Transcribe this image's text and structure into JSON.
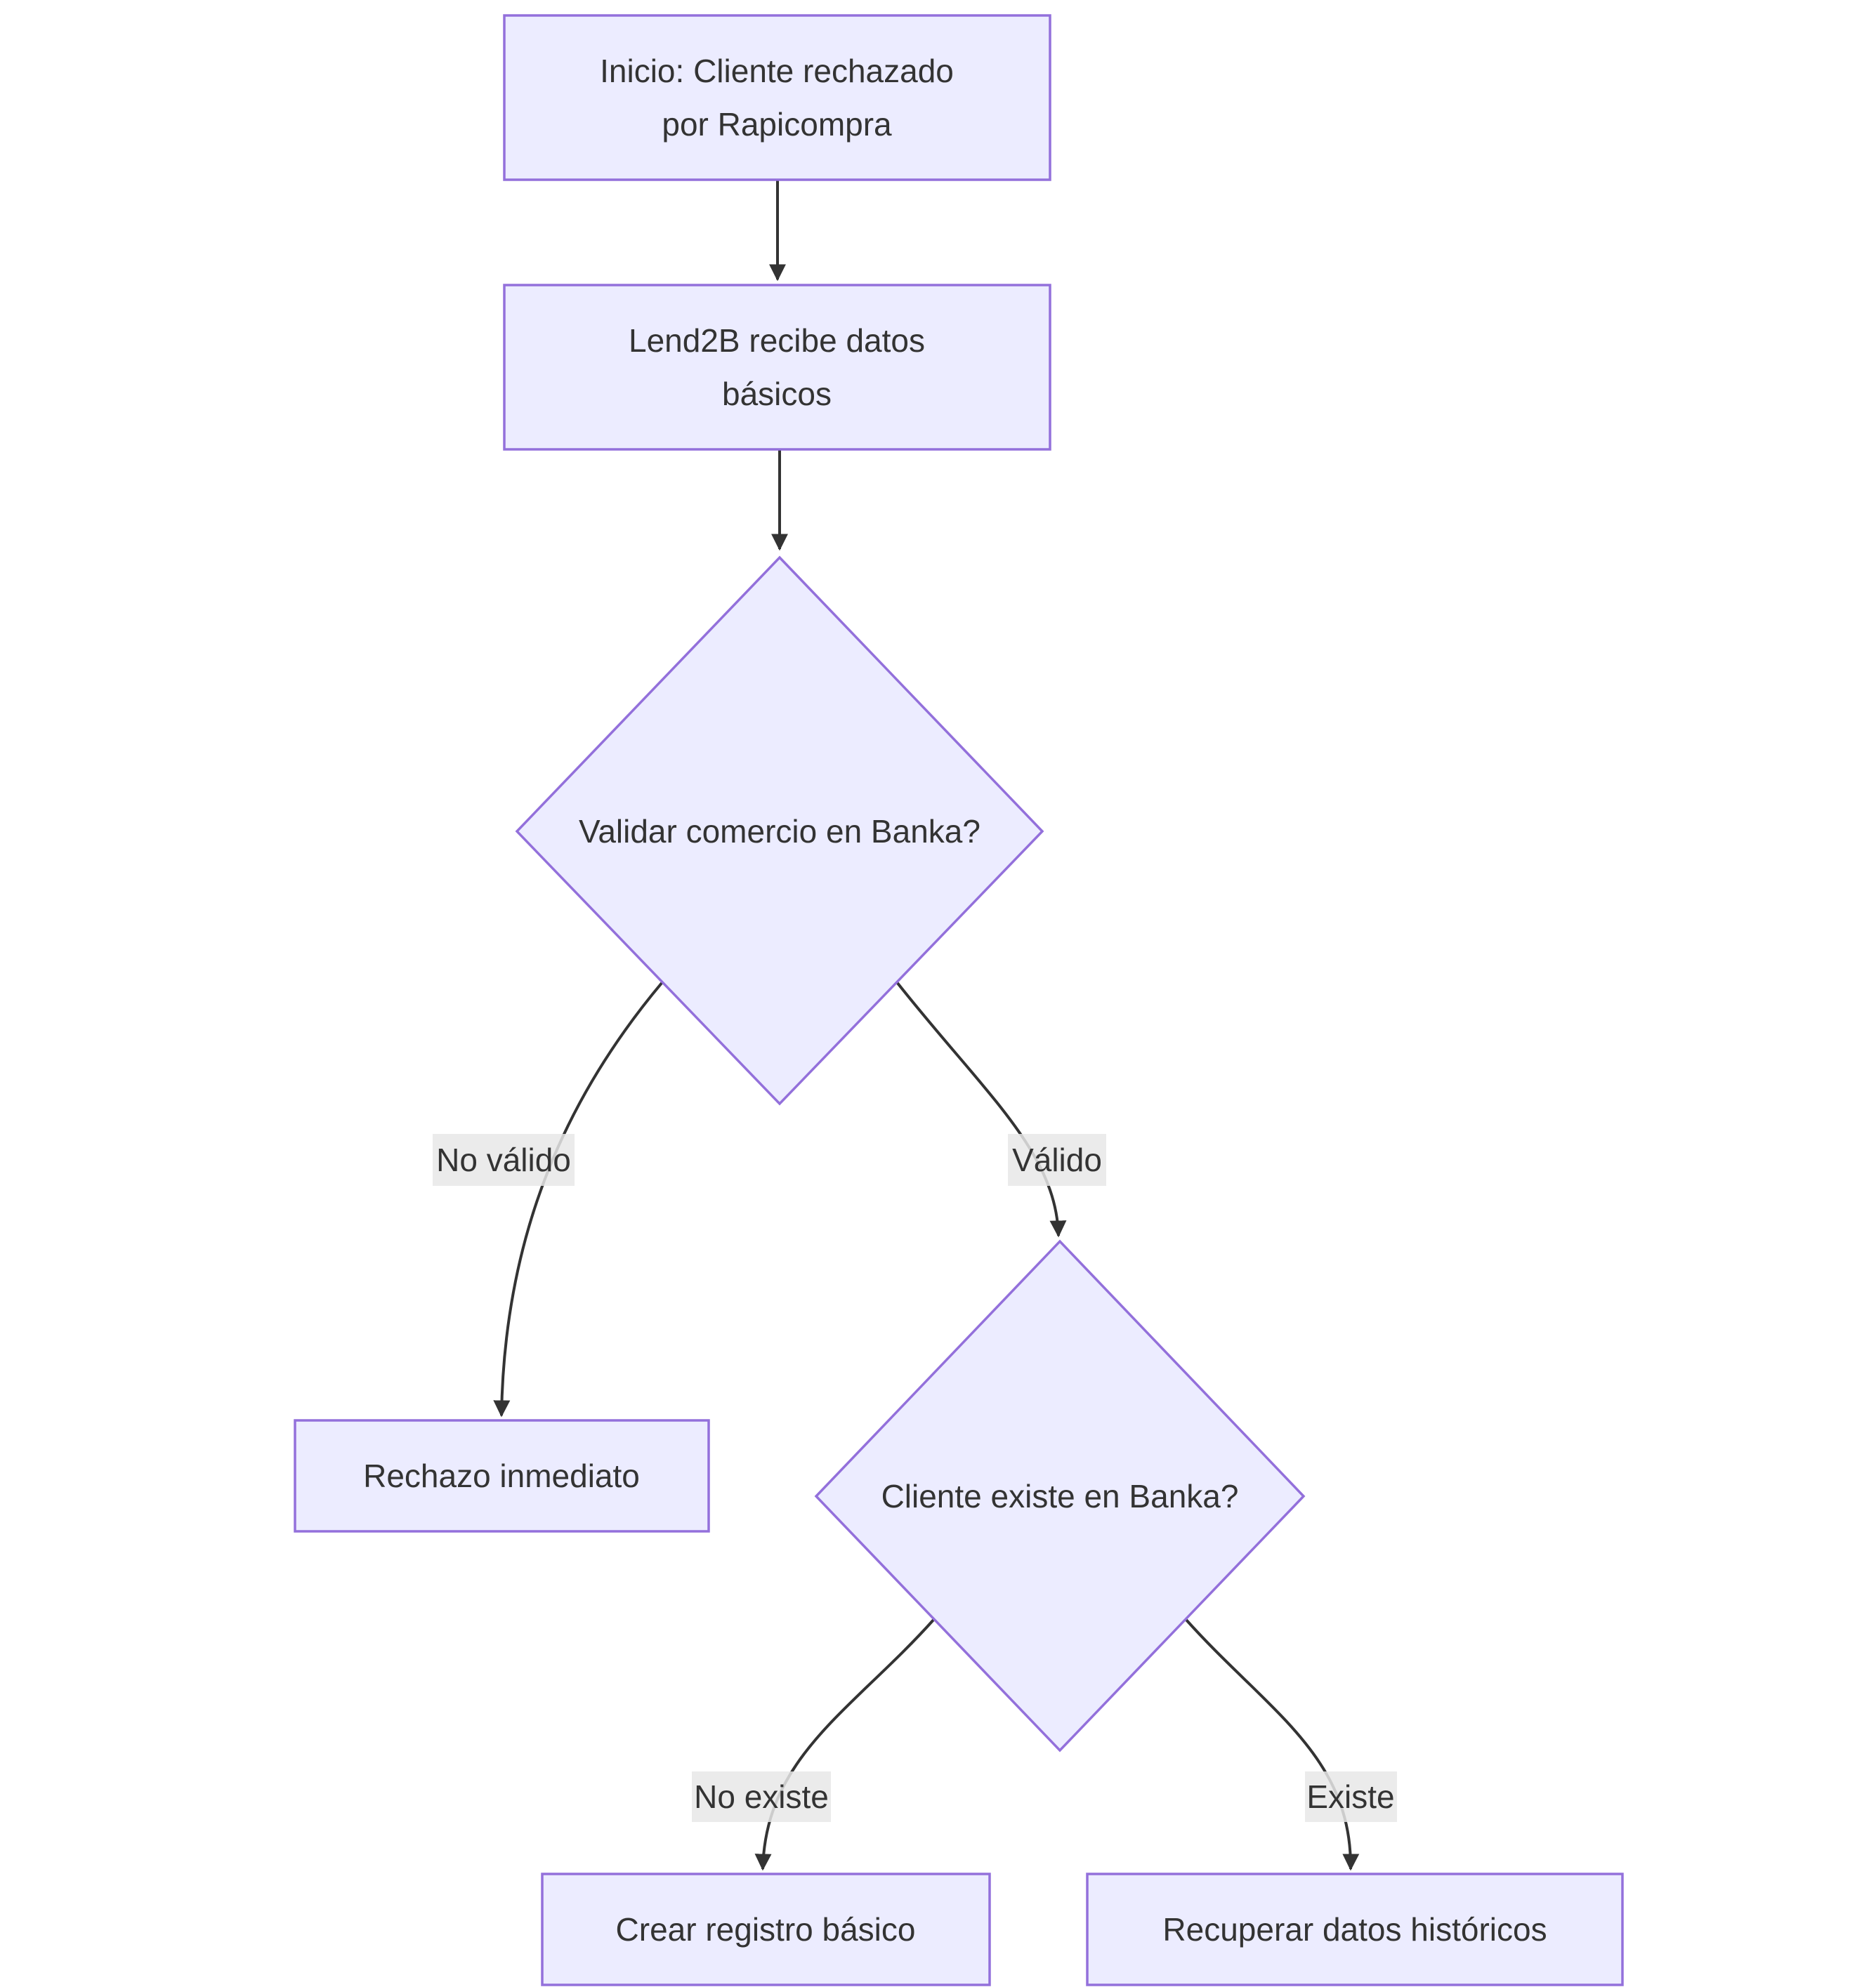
{
  "diagram": {
    "type": "flowchart",
    "direction": "top-down",
    "colors": {
      "node_fill": "#ECECFF",
      "node_border": "#9370DB",
      "edge_line": "#333333",
      "text": "#333333",
      "edge_label_bg": "#e8e8e8",
      "background": "#ffffff"
    },
    "nodes": {
      "start": {
        "shape": "rectangle",
        "lines": [
          "Inicio: Cliente rechazado",
          "por Rapicompra"
        ],
        "label": "Inicio: Cliente rechazado por Rapicompra"
      },
      "receive": {
        "shape": "rectangle",
        "lines": [
          "Lend2B recibe datos",
          "básicos"
        ],
        "label": "Lend2B recibe datos básicos"
      },
      "validate": {
        "shape": "diamond",
        "label": "Validar comercio en Banka?"
      },
      "reject": {
        "shape": "rectangle",
        "label": "Rechazo inmediato"
      },
      "exists": {
        "shape": "diamond",
        "label": "Cliente existe en Banka?"
      },
      "create": {
        "shape": "rectangle",
        "label": "Crear registro básico"
      },
      "recover": {
        "shape": "rectangle",
        "label": "Recuperar datos históricos"
      }
    },
    "edges": [
      {
        "from": "start",
        "to": "receive",
        "label": ""
      },
      {
        "from": "receive",
        "to": "validate",
        "label": ""
      },
      {
        "from": "validate",
        "to": "reject",
        "label": "No válido"
      },
      {
        "from": "validate",
        "to": "exists",
        "label": "Válido"
      },
      {
        "from": "exists",
        "to": "create",
        "label": "No existe"
      },
      {
        "from": "exists",
        "to": "recover",
        "label": "Existe"
      }
    ]
  }
}
